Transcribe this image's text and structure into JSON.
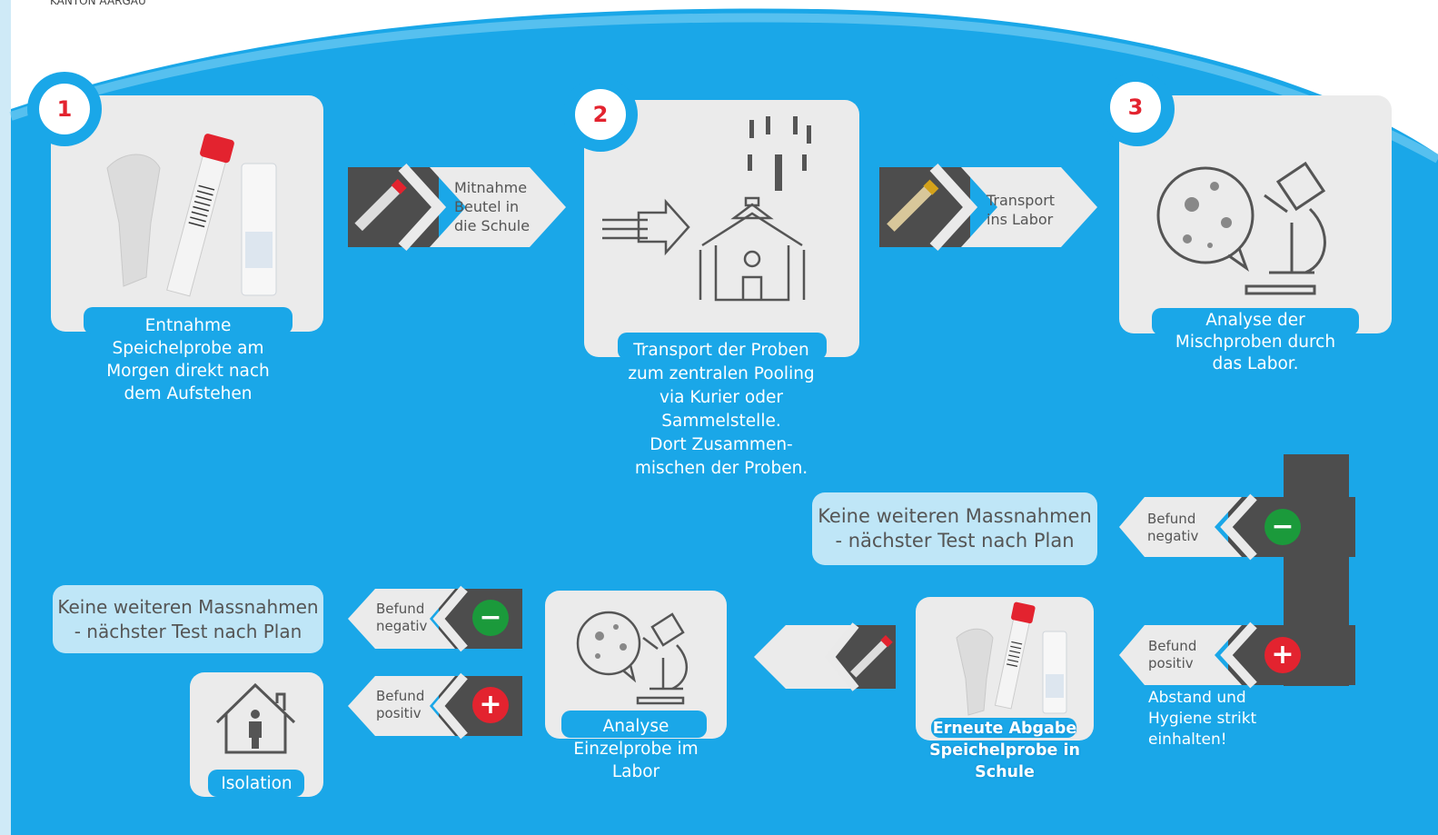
{
  "header": {
    "canton": "KANTON AARGAU"
  },
  "steps": [
    {
      "number": "1",
      "caption": "Entnahme\nSpeichelprobe am\nMorgen direkt nach\ndem Aufstehen"
    },
    {
      "number": "2",
      "caption": "Transport der Proben\nzum zentralen Pooling\nvia Kurier oder\nSammelstelle.\nDort Zusammen-\nmischen der Proben."
    },
    {
      "number": "3",
      "caption": "Analyse der\nMischproben durch\ndas Labor."
    }
  ],
  "arrows": {
    "bag": "Mitnahme\nBeutel in\ndie Schule",
    "lab": "Transport\nins Labor"
  },
  "results_right": {
    "negative": "Befund\nnegativ",
    "positive": "Befund\npositiv",
    "no_measures": "Keine weiteren Massnahmen\n -  nächster Test nach Plan",
    "hygiene": "Abstand und\nHygiene strikt\neinhalten!",
    "resubmit": "Erneute Abgabe\nSpeichelprobe in\nSchule"
  },
  "results_left": {
    "negative": "Befund\nnegativ",
    "positive": "Befund\npositiv",
    "no_measures": "Keine weiteren Massnahmen\n- nächster Test nach Plan",
    "single_analysis": "Analyse\nEinzelprobe im\nLabor",
    "isolation": "Isolation"
  },
  "colors": {
    "sky": "#1aa7e8",
    "card": "#ebebeb",
    "dark": "#4d4d4d",
    "positive": "#e3232f",
    "negative": "#1b9a3b"
  },
  "icons": {
    "saliva_kit": "saliva-test-kit-icon",
    "school": "school-building-icon",
    "microscope": "microscope-icon",
    "house": "house-person-icon"
  }
}
